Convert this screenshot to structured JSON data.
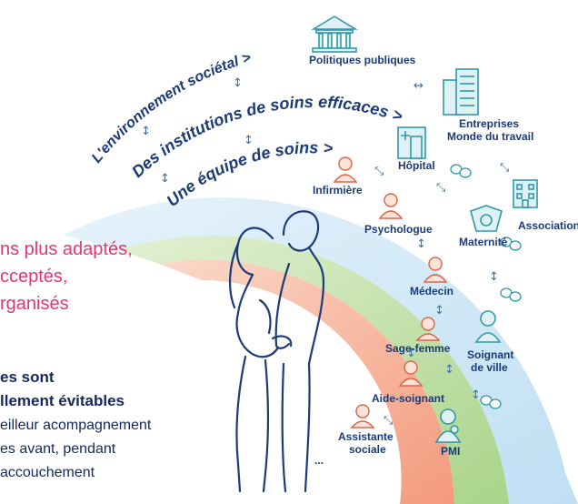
{
  "rings": {
    "outer": {
      "title": "L'environnement sociétal >",
      "color": "#d3e9f7"
    },
    "middle": {
      "title": "Des institutions de soins efficaces >",
      "color": "#cfe6b8"
    },
    "inner": {
      "title": "Une équipe de soins >",
      "color": "#f6b29a"
    }
  },
  "environment_items": [
    "Politiques publiques",
    "Entreprises",
    "Monde du travail",
    "Association"
  ],
  "institution_items": [
    "Hôpital",
    "Maternité",
    "Soignant",
    "de ville",
    "PMI"
  ],
  "team_items": [
    "Infirmière",
    "Psychologue",
    "Médecin",
    "Sage-femme",
    "Aide-soignant",
    "Assistante",
    "sociale",
    "..."
  ],
  "left_text": {
    "pink_lines": [
      "ns plus adaptés,",
      "cceptés,",
      "rganisés"
    ],
    "bold_lines": [
      "es sont",
      "llement évitables"
    ],
    "plain_lines": [
      "eilleur acompagnement",
      "es avant, pendant",
      "accouchement"
    ]
  },
  "arrows": {
    "both": "↔",
    "vert": "↕",
    "diag": "⤡"
  },
  "colors": {
    "navy": "#1a3a78",
    "pink": "#e6356f",
    "icon": "#2e9aa8"
  }
}
